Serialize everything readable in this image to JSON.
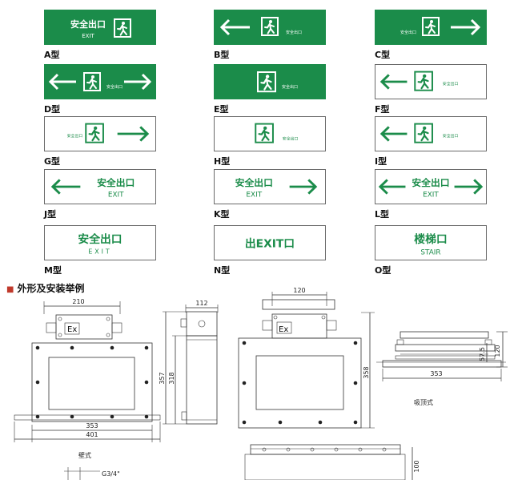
{
  "signs": [
    {
      "label": "A型",
      "variant": "g",
      "cn": "安全出口",
      "en": "EXIT"
    },
    {
      "label": "B型",
      "variant": "g",
      "small": "安全出口"
    },
    {
      "label": "C型",
      "variant": "g",
      "small": "安全出口"
    },
    {
      "label": "D型",
      "variant": "g",
      "small": "安全出口"
    },
    {
      "label": "E型",
      "variant": "g",
      "small": "安全出口"
    },
    {
      "label": "F型",
      "variant": "w",
      "small": "安全出口"
    },
    {
      "label": "G型",
      "variant": "w",
      "small": "安全出口"
    },
    {
      "label": "H型",
      "variant": "w",
      "small": "安全出口"
    },
    {
      "label": "I型",
      "variant": "w",
      "small": "安全出口"
    },
    {
      "label": "J型",
      "variant": "w",
      "cn": "安全出口",
      "en": "EXIT"
    },
    {
      "label": "K型",
      "variant": "w",
      "cn": "安全出口",
      "en": "EXIT"
    },
    {
      "label": "L型",
      "variant": "w",
      "cn": "安全出口",
      "en": "EXIT"
    },
    {
      "label": "M型",
      "variant": "w",
      "cn": "安全出口",
      "en": "EXIT"
    },
    {
      "label": "N型",
      "variant": "w",
      "cn": "出EXIT口"
    },
    {
      "label": "O型",
      "variant": "w",
      "cn": "楼梯口",
      "en": "STAIR"
    }
  ],
  "section_title": "外形及安装举例",
  "drawings": {
    "wall": {
      "dims": {
        "top": "210",
        "inner": "353",
        "outer": "401"
      },
      "caption": "壁式",
      "ex": "Ex",
      "bottom_label": "G3/4\""
    },
    "side": {
      "dims": {
        "top": "112",
        "h1": "357",
        "h2": "318"
      }
    },
    "ceiling": {
      "dims": {
        "top": "120",
        "height": "358"
      },
      "ex": "Ex"
    },
    "flush": {
      "dims": {
        "h1": "57.5",
        "h2": "120",
        "width": "353"
      },
      "caption": "吸顶式"
    },
    "bottom": {
      "dims": {
        "h": "100"
      }
    }
  }
}
